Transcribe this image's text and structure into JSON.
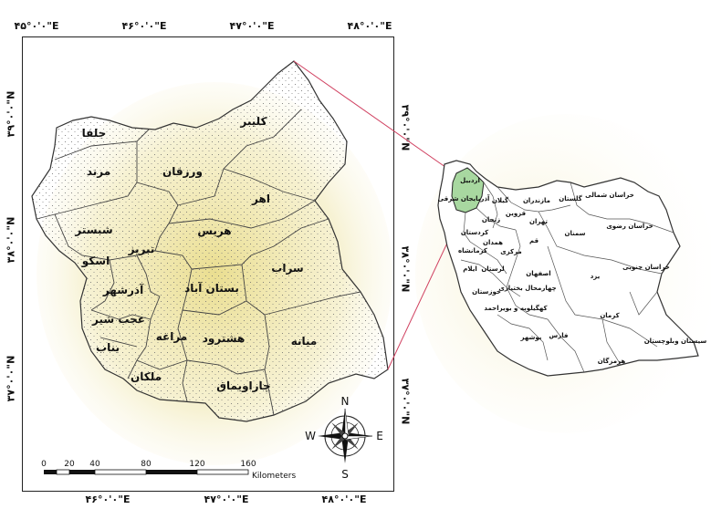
{
  "coordinates": {
    "top": [
      "۴۵°۰'۰\"E",
      "۴۶°۰'۰\"E",
      "۴۷°۰'۰\"E",
      "۴۸°۰'۰\"E"
    ],
    "bottom": [
      "۴۶°۰'۰\"E",
      "۴۷°۰'۰\"E",
      "۴۸°۰'۰\"E"
    ],
    "left": [
      "۳۹°۰'۰\"N",
      "۳۸°۰'۰\"N",
      "۳۷°۰'۰\"N"
    ],
    "right": [
      "۳۹°۰'۰\"N",
      "۳۸°۰'۰\"N",
      "۳۷°۰'۰\"N"
    ]
  },
  "counties": [
    "کلیبر",
    "جلفا",
    "مرند",
    "ورزقان",
    "اهر",
    "شبستر",
    "هریس",
    "تبریز",
    "اسکو",
    "سراب",
    "آذرشهر",
    "بستان آباد",
    "عجب شیر",
    "مراغه",
    "هشترود",
    "میانه",
    "بناب",
    "ملکان",
    "چاراویماق"
  ],
  "provinces": [
    "اردبیل",
    "آذربایجان شرقی",
    "گیلان",
    "مازندران",
    "گلستان",
    "خراسان شمالی",
    "خراسان رضوی",
    "سمنان",
    "تهران",
    "قزوین",
    "زنجان",
    "کردستان",
    "همدان",
    "مرکزی",
    "قم",
    "کرمانشاه",
    "ایلام",
    "لرستان",
    "اصفهان",
    "خوزستان",
    "چهارمحال بختیاری",
    "کهگیلویه و بویراحمد",
    "یزد",
    "خراسان جنوبی",
    "کرمان",
    "سیستان وبلوچستان",
    "فارس",
    "بوشهر",
    "هرمزگان"
  ],
  "compass": {
    "n": "N",
    "s": "S",
    "e": "E",
    "w": "W"
  },
  "scale_bar": {
    "ticks": [
      "0",
      "20",
      "40",
      "80",
      "120",
      "160"
    ],
    "unit": "Kilometers"
  }
}
